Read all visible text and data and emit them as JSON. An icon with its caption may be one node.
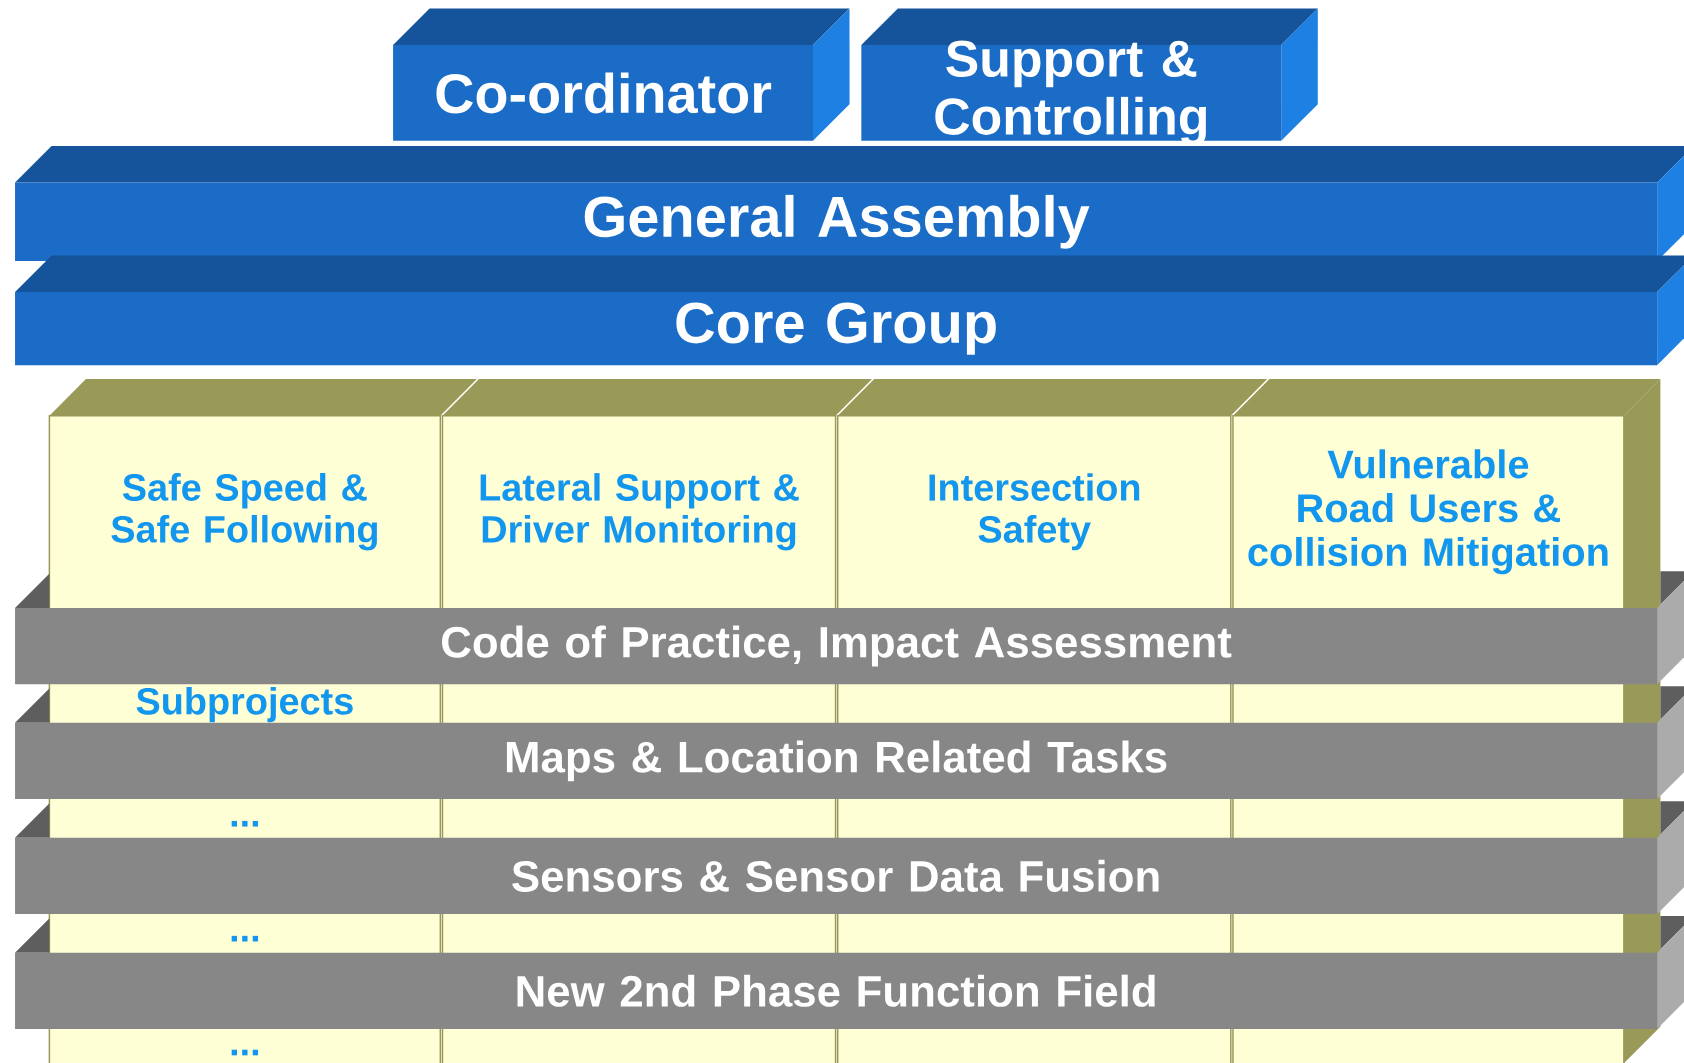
{
  "diagram": {
    "nodes": [
      {
        "text": [
          "Co-ordinator"
        ]
      },
      {
        "text": [
          "Support & Controlling"
        ]
      },
      {
        "text": [
          "General Assembly"
        ]
      },
      {
        "text": [
          "Core Group"
        ]
      },
      {
        "text": [
          "Safe Speed & Safe Following"
        ]
      },
      {
        "text": [
          "Lateral Support & Driver Monitoring"
        ]
      },
      {
        "text": [
          "Intersection Safety"
        ]
      },
      {
        "text": [
          "Vulnerable Road Users & collision Mitigation"
        ]
      },
      {
        "text": [
          "Code of Practice, Impact Assessment"
        ]
      },
      {
        "text": [
          "Maps & Location Related Tasks"
        ]
      },
      {
        "text": [
          "Sensors & Sensor Data Fusion"
        ]
      },
      {
        "text": [
          "New 2nd Phase Function Field"
        ]
      }
    ],
    "labels": [
      "Subprojects",
      "...",
      "...",
      "..."
    ]
  }
}
